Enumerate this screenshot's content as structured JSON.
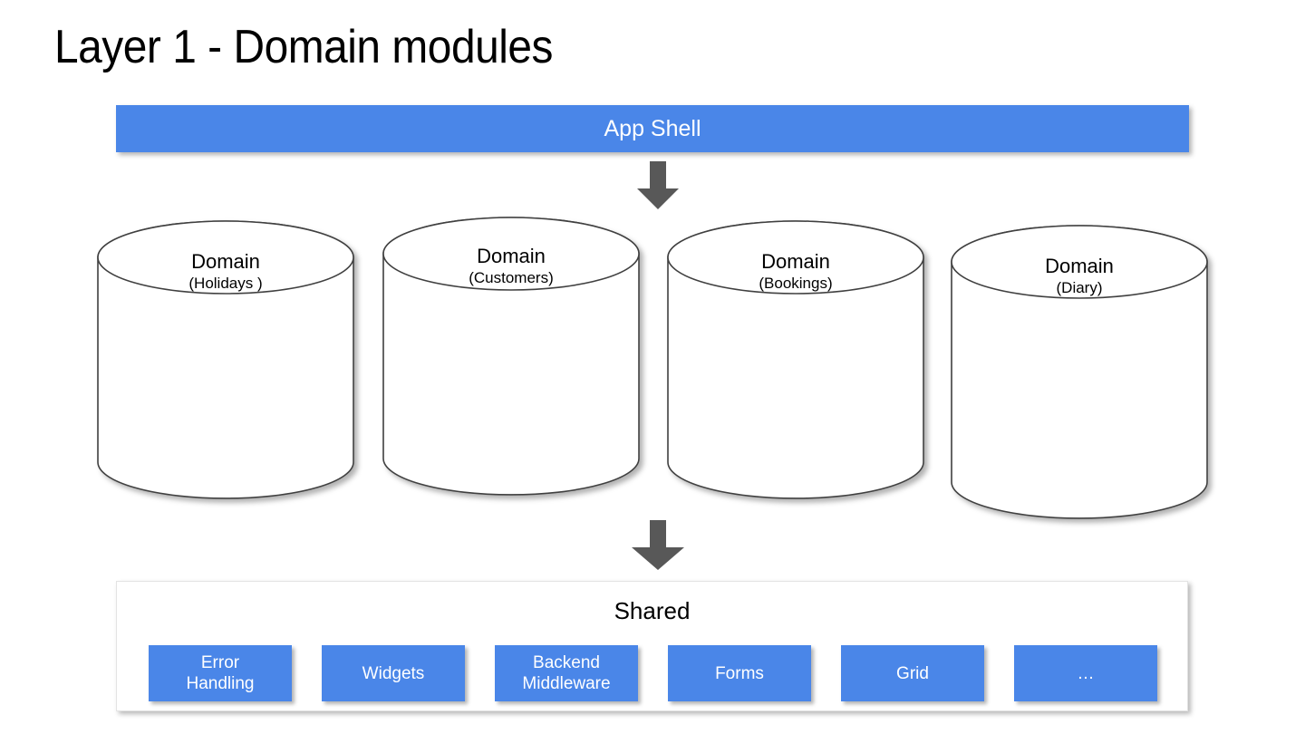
{
  "slide": {
    "title": "Layer 1 - Domain modules",
    "background_color": "#ffffff"
  },
  "colors": {
    "accent_blue": "#4a86e8",
    "arrow_gray": "#585858",
    "cylinder_stroke": "#404040",
    "text_dark": "#000000",
    "text_on_accent": "#ffffff"
  },
  "app_shell": {
    "label": "App Shell"
  },
  "arrows": [
    {
      "name": "arrow-appshell-to-domains",
      "direction": "down"
    },
    {
      "name": "arrow-domains-to-shared",
      "direction": "down"
    }
  ],
  "domains": [
    {
      "title": "Domain",
      "subtitle": "(Holidays )"
    },
    {
      "title": "Domain",
      "subtitle": "(Customers)"
    },
    {
      "title": "Domain",
      "subtitle": "(Bookings)"
    },
    {
      "title": "Domain",
      "subtitle": "(Diary)"
    }
  ],
  "shared": {
    "label": "Shared",
    "chips": [
      {
        "label": "Error\nHandling"
      },
      {
        "label": "Widgets"
      },
      {
        "label": "Backend\nMiddleware"
      },
      {
        "label": "Forms"
      },
      {
        "label": "Grid"
      },
      {
        "label": "…"
      }
    ]
  }
}
